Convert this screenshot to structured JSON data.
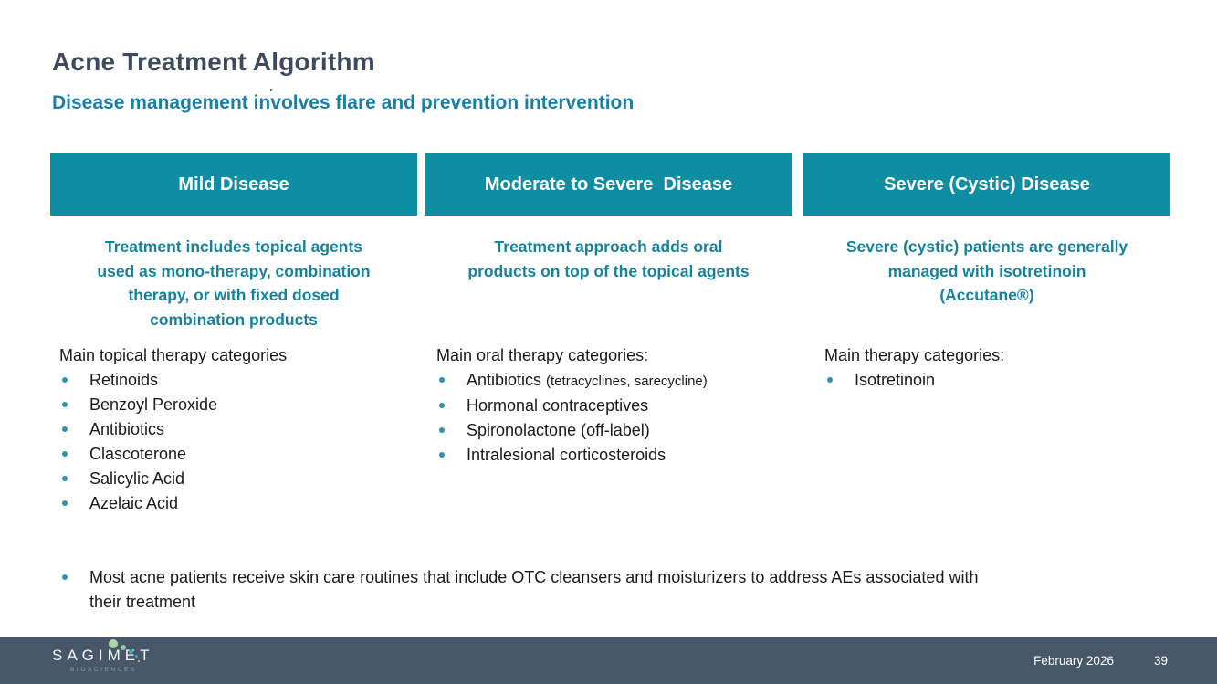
{
  "page": {
    "title": "Acne Treatment Algorithm",
    "subtitle": "Disease management involves flare and prevention intervention"
  },
  "colors": {
    "header_bar_teal": "#0e8da3",
    "subtitle_teal": "#1b7ea8",
    "description_teal": "#15829e",
    "bullet_teal": "#2c93b0",
    "title_slate": "#3d4a5c",
    "footer_slate": "#48566a",
    "body_text": "#1b1b1b"
  },
  "columns": [
    {
      "header": "Mild Disease",
      "description": "Treatment includes topical agents\nused as mono-therapy, combination\ntherapy, or with fixed dosed\ncombination products",
      "list_title": "Main topical therapy categories",
      "items": [
        {
          "text": "Retinoids"
        },
        {
          "text": "Benzoyl Peroxide"
        },
        {
          "text": "Antibiotics"
        },
        {
          "text": "Clascoterone"
        },
        {
          "text": "Salicylic Acid"
        },
        {
          "text": "Azelaic Acid"
        }
      ]
    },
    {
      "header": "Moderate to Severe  Disease",
      "description": "Treatment approach adds oral\nproducts on top of the topical agents",
      "list_title": "Main oral therapy categories:",
      "items": [
        {
          "text": "Antibiotics ",
          "note": "(tetracyclines, sarecycline)"
        },
        {
          "text": "Hormonal contraceptives"
        },
        {
          "text": "Spironolactone (off-label)"
        },
        {
          "text": "Intralesional corticosteroids"
        }
      ]
    },
    {
      "header": "Severe (Cystic) Disease",
      "description": "Severe (cystic) patients are generally\nmanaged with isotretinoin\n(Accutane®)",
      "list_title": "Main therapy categories:",
      "items": [
        {
          "text": "Isotretinoin"
        }
      ]
    }
  ],
  "footnote": "Most acne patients receive skin care routines that include OTC cleansers and moisturizers to address AEs associated with\ntheir treatment",
  "footer": {
    "logo_wordmark": "SAGIMET",
    "logo_subtext": "BIOSCIENCES",
    "date": "February 2026",
    "page_number": "39"
  }
}
